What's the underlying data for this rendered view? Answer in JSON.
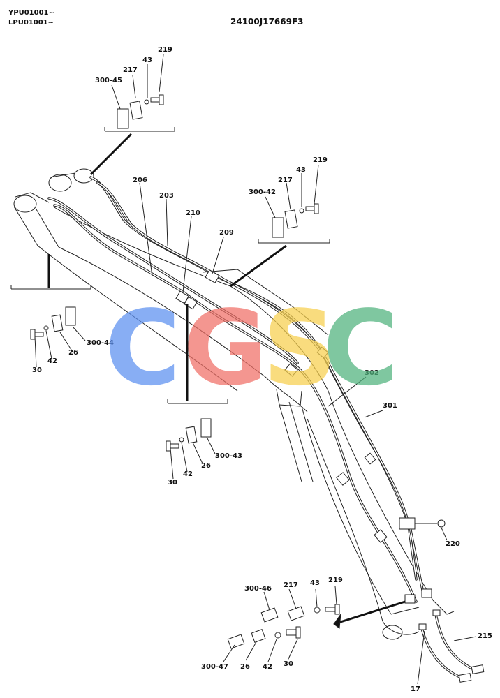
{
  "header": {
    "serial_1": "YPU01001~",
    "serial_2": "LPU01001~",
    "drawing_number": "24100J17669F3"
  },
  "watermark": {
    "letters": [
      "C",
      "G",
      "S",
      "C"
    ],
    "colors": [
      "#5b8ff0",
      "#f06f66",
      "#f7cf4d",
      "#4fb27c"
    ]
  },
  "callouts": [
    {
      "id": "c-219-a",
      "text": "219"
    },
    {
      "id": "c-43-a",
      "text": "43"
    },
    {
      "id": "c-217-a",
      "text": "217"
    },
    {
      "id": "c-300-45",
      "text": "300-45"
    },
    {
      "id": "c-206",
      "text": "206"
    },
    {
      "id": "c-203",
      "text": "203"
    },
    {
      "id": "c-210",
      "text": "210"
    },
    {
      "id": "c-209",
      "text": "209"
    },
    {
      "id": "c-219-b",
      "text": "219"
    },
    {
      "id": "c-43-b",
      "text": "43"
    },
    {
      "id": "c-217-b",
      "text": "217"
    },
    {
      "id": "c-300-42",
      "text": "300-42"
    },
    {
      "id": "c-300-44",
      "text": "300-44"
    },
    {
      "id": "c-26-a",
      "text": "26"
    },
    {
      "id": "c-42-a",
      "text": "42"
    },
    {
      "id": "c-30-a",
      "text": "30"
    },
    {
      "id": "c-302",
      "text": "302"
    },
    {
      "id": "c-301",
      "text": "301"
    },
    {
      "id": "c-300-43",
      "text": "300-43"
    },
    {
      "id": "c-26-b",
      "text": "26"
    },
    {
      "id": "c-42-b",
      "text": "42"
    },
    {
      "id": "c-30-b",
      "text": "30"
    },
    {
      "id": "c-220",
      "text": "220"
    },
    {
      "id": "c-300-46",
      "text": "300-46"
    },
    {
      "id": "c-217-c",
      "text": "217"
    },
    {
      "id": "c-43-c",
      "text": "43"
    },
    {
      "id": "c-219-c",
      "text": "219"
    },
    {
      "id": "c-215",
      "text": "215"
    },
    {
      "id": "c-300-47",
      "text": "300-47"
    },
    {
      "id": "c-26-c",
      "text": "26"
    },
    {
      "id": "c-42-c",
      "text": "42"
    },
    {
      "id": "c-30-c",
      "text": "30"
    },
    {
      "id": "c-17",
      "text": "17"
    }
  ]
}
